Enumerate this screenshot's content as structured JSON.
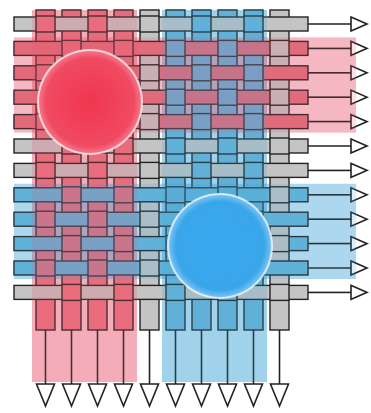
{
  "diagram": {
    "colors": {
      "red_band": "#e8566f",
      "blue_band": "#3fa2d8",
      "red_blob": "#f0364f",
      "blue_blob": "#38a8ef",
      "gray_bar": "#c4c4c4",
      "stroke": "#222222",
      "background": "#ffffff"
    },
    "columns": [
      {
        "group": "red"
      },
      {
        "group": "red"
      },
      {
        "group": "red"
      },
      {
        "group": "red"
      },
      {
        "group": "none"
      },
      {
        "group": "blue"
      },
      {
        "group": "blue"
      },
      {
        "group": "blue"
      },
      {
        "group": "blue"
      },
      {
        "group": "none"
      }
    ],
    "rows": [
      {
        "group": "none"
      },
      {
        "group": "red"
      },
      {
        "group": "red"
      },
      {
        "group": "red"
      },
      {
        "group": "red"
      },
      {
        "group": "none"
      },
      {
        "group": "none"
      },
      {
        "group": "blue"
      },
      {
        "group": "blue"
      },
      {
        "group": "blue"
      },
      {
        "group": "blue"
      },
      {
        "group": "none"
      }
    ],
    "blobs": [
      {
        "label": "",
        "group": "red"
      },
      {
        "label": "",
        "group": "blue"
      }
    ]
  }
}
